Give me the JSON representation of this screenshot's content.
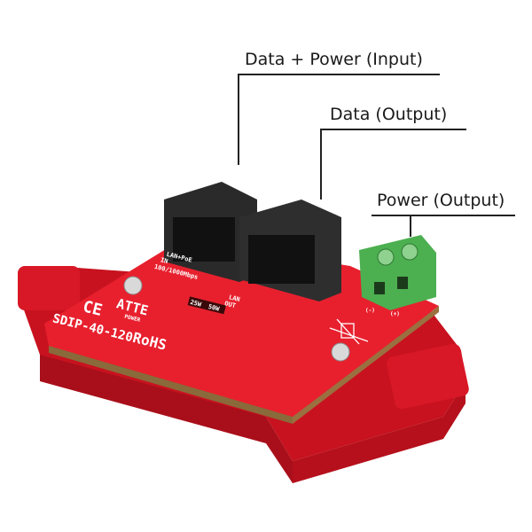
{
  "callouts": {
    "input": "Data + Power (Input)",
    "data_output": "Data (Output)",
    "power_output": "Power (Output)"
  },
  "board": {
    "brand": "ATTE",
    "brand_sub": "POWER",
    "ce": "CE",
    "rohs": "RoHS",
    "model": "SDIP-40-120",
    "port_in_label_1": "LAN+PoE",
    "port_in_label_2": "IN",
    "port_in_speed": "100/1000Mbps",
    "port_out_label_1": "LAN",
    "port_out_label_2": "OUT",
    "power_25": "25W",
    "power_50": "50W",
    "terminal_minus": "(-)",
    "terminal_plus": "(+)"
  },
  "colors": {
    "pcb": "#e8202e",
    "housing": "#d81826",
    "connector": "#4caf50",
    "jack": "#2a2a2a"
  }
}
